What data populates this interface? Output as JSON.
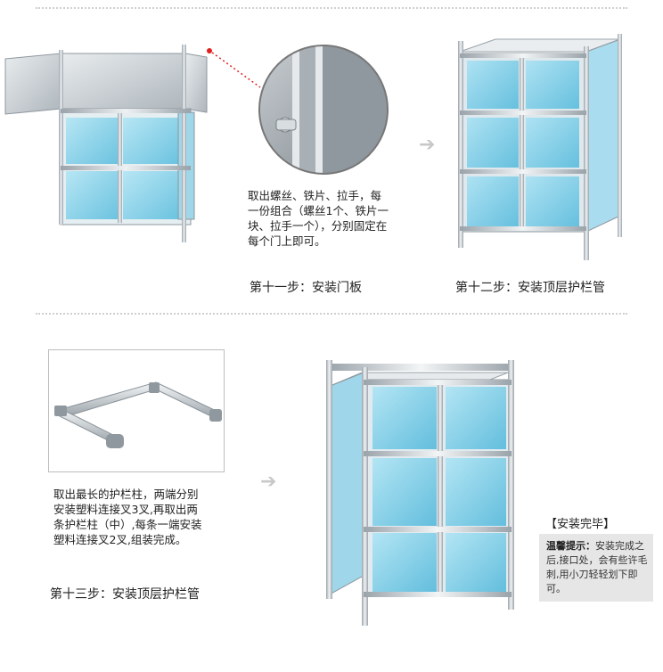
{
  "section1": {
    "instruction": "取出螺丝、铁片、拉手，每\n一份组合（螺丝1个、铁片一\n块、拉手一个），分别固定在\n每个门上即可。",
    "step11_label": "第十一步：安装门板",
    "step12_label": "第十二步：安装顶层护栏管"
  },
  "section2": {
    "instruction": "取出最长的护栏柱，两端分别\n安装塑料连接叉3叉,再取出两\n条护栏柱（中）,每条一端安装\n塑料连接叉2叉,组装完成。",
    "step13_label": "第十三步：安装顶层护栏管",
    "done_label": "【安装完毕】",
    "tip_title": "温馨提示：",
    "tip_body": "安装完成之后,接口处，会有些许毛刺,用小刀轻轻划下即可。"
  },
  "icons": {
    "arrow1": "chevron-right-arrow",
    "arrow2": "chevron-right-arrow"
  },
  "colors": {
    "panel_blue": "#8fd3ea",
    "frame_silver": "#b9c0c6",
    "callout_red": "#e02020"
  }
}
